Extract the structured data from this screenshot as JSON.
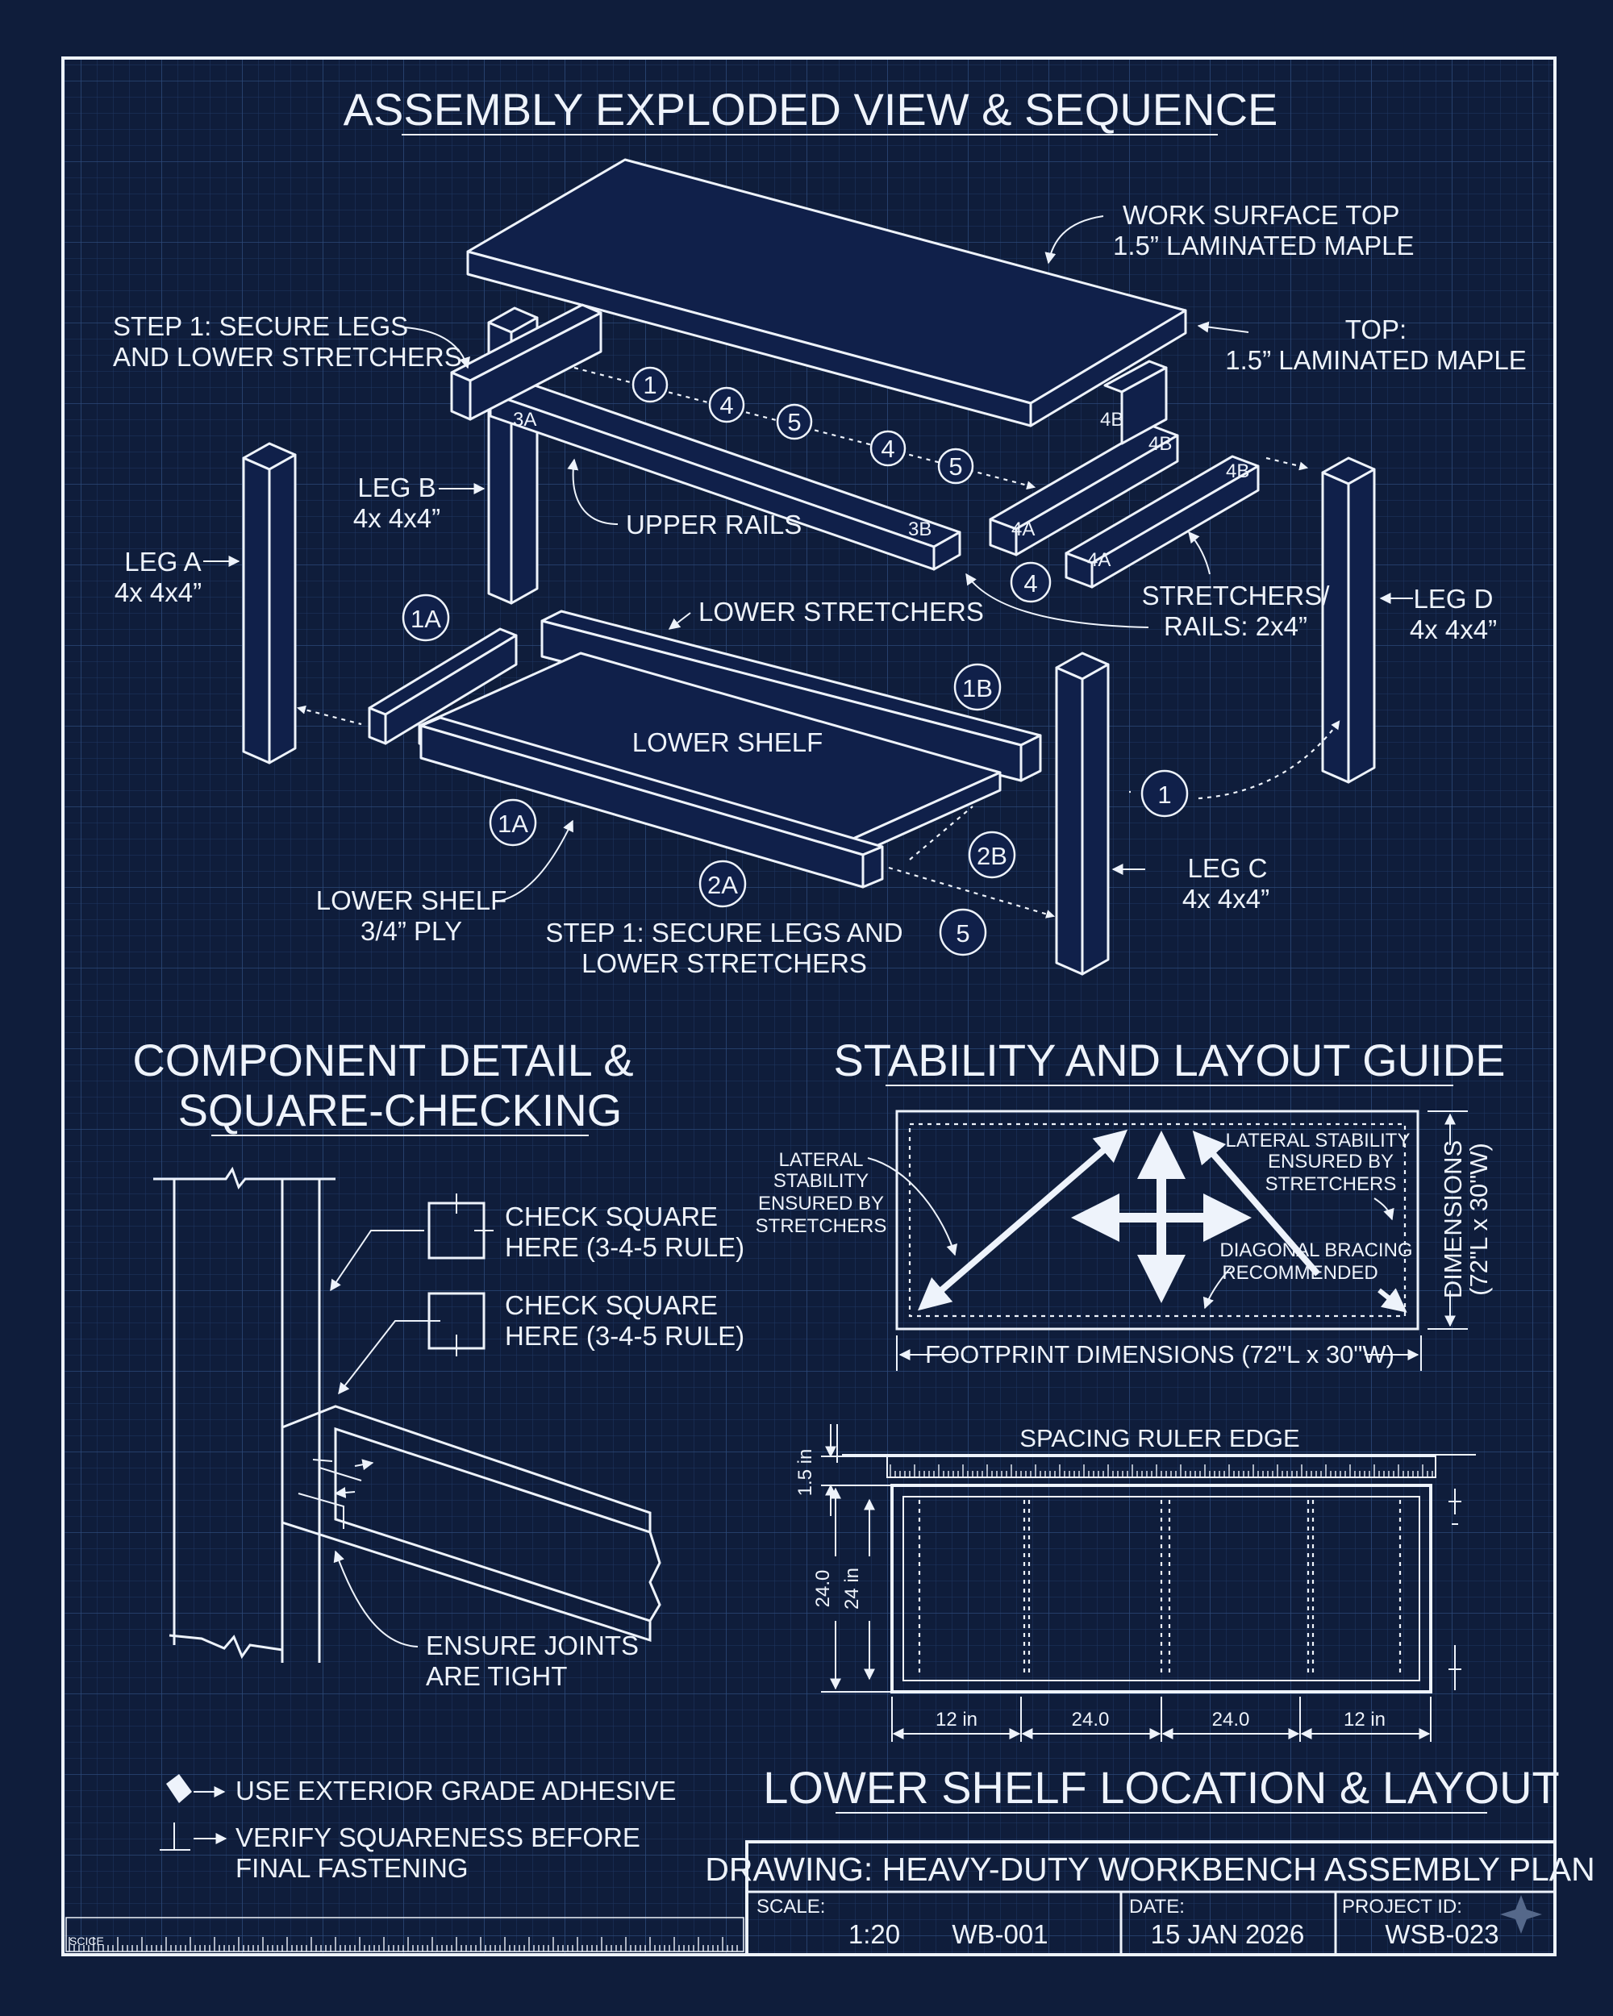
{
  "titles": {
    "exploded": "ASSEMBLY EXPLODED VIEW & SEQUENCE",
    "component_line1": "COMPONENT DETAIL &",
    "component_line2": "SQUARE-CHECKING",
    "stability": "STABILITY AND LAYOUT GUIDE",
    "lower_shelf": "LOWER SHELF LOCATION & LAYOUT"
  },
  "exploded": {
    "work_surface_line1": "WORK SURFACE TOP",
    "work_surface_line2": "1.5” LAMINATED MAPLE",
    "top_line1": "TOP:",
    "top_line2": "1.5” LAMINATED MAPLE",
    "step1_top_line1": "STEP 1: SECURE LEGS",
    "step1_top_line2": "AND LOWER STRETCHERS",
    "leg_a_line1": "LEG A",
    "leg_a_line2": "4x 4x4”",
    "leg_b_line1": "LEG B",
    "leg_b_line2": "4x 4x4”",
    "leg_c_line1": "LEG C",
    "leg_c_line2": "4x 4x4”",
    "leg_d_line1": "LEG D",
    "leg_d_line2": "4x 4x4”",
    "upper_rails": "UPPER RAILS",
    "lower_stretchers": "LOWER STRETCHERS",
    "stretchers_line1": "STRETCHERS/",
    "stretchers_line2": "RAILS: 2x4”",
    "lower_shelf": "LOWER SHELF",
    "lower_shelf_ply_line1": "LOWER SHELF",
    "lower_shelf_ply_line2": "3/4” PLY",
    "step1_bottom_line1": "STEP 1: SECURE LEGS AND",
    "step1_bottom_line2": "LOWER STRETCHERS",
    "part_marks": [
      "3A",
      "3B",
      "4B",
      "4B",
      "4B",
      "4A",
      "4A"
    ],
    "seq": [
      "1",
      "4",
      "5",
      "4",
      "5",
      "4",
      "1A",
      "1B",
      "1A",
      "2A",
      "2B",
      "5",
      "1"
    ]
  },
  "component": {
    "check1_line1": "CHECK SQUARE",
    "check1_line2": "HERE (3-4-5 RULE)",
    "check2_line1": "CHECK SQUARE",
    "check2_line2": "HERE (3-4-5 RULE)",
    "joints_line1": "ENSURE JOINTS",
    "joints_line2": "ARE TIGHT",
    "note1": "USE EXTERIOR GRADE ADHESIVE",
    "note2_line1": "VERIFY SQUARENESS BEFORE",
    "note2_line2": "FINAL FASTENING"
  },
  "stability": {
    "lateral_left_line1": "LATERAL",
    "lateral_left_line2": "STABILITY",
    "lateral_left_line3": "ENSURED BY",
    "lateral_left_line4": "STRETCHERS",
    "lateral_right_line1": "LATERAL STABILITY",
    "lateral_right_line2": "ENSURED BY",
    "lateral_right_line3": "STRETCHERS",
    "diagonal_line1": "DIAGONAL BRACING",
    "diagonal_line2": "RECOMMENDED",
    "footprint": "FOOTPRINT DIMENSIONS (72\"L x 30\"W)",
    "dims_line1": "DIMENSIONS",
    "dims_line2": "(72\"L x 30\"W)"
  },
  "shelf_layout": {
    "ruler_label": "SPACING RULER EDGE",
    "top_dim": "1.5 in",
    "left_dim_outer": "24.0",
    "left_dim_inner": "24 in",
    "bottom_dims": [
      "12 in",
      "24.0",
      "24.0",
      "12 in"
    ]
  },
  "title_block": {
    "drawing": "DRAWING: HEAVY-DUTY WORKBENCH ASSEMBLY PLAN",
    "scale_label": "SCALE:",
    "scale_value": "1:20",
    "sheet": "WB-001",
    "date_label": "DATE:",
    "date_value": "15 JAN 2026",
    "project_label": "PROJECT ID:",
    "project_value": "WSB-023",
    "corner_mark": "SCICE"
  },
  "colors": {
    "background": "#0f1d3b",
    "grid_minor": "#213964",
    "grid_major": "#2d4a7a",
    "line": "#eef3fb"
  }
}
